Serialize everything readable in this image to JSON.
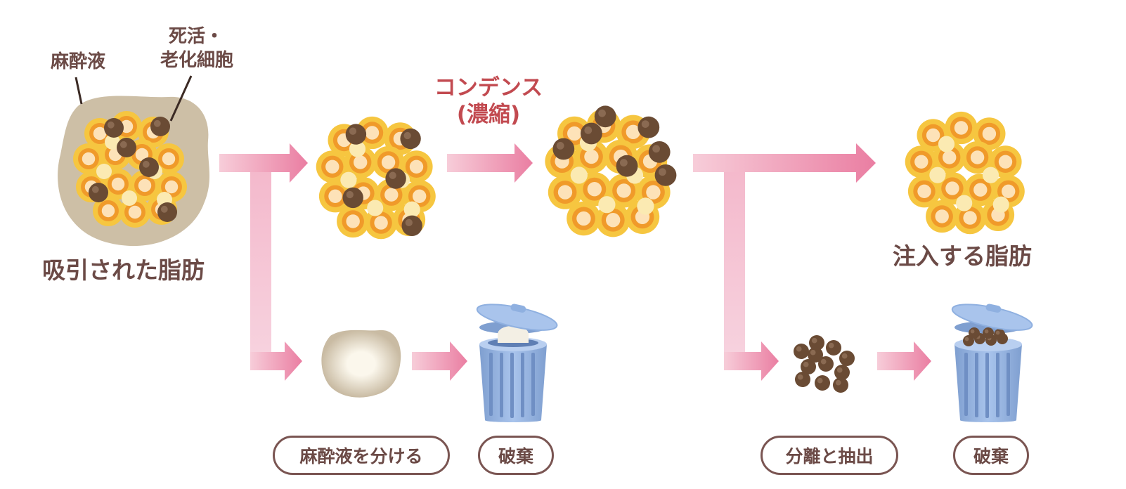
{
  "labels": {
    "anesthetic": "麻酔液",
    "dead_cells_line1": "死活・",
    "dead_cells_line2": "老化細胞",
    "aspirated_fat": "吸引された脂肪",
    "condense_line1": "コンデンス",
    "condense_line2": "(濃縮)",
    "injected_fat": "注入する脂肪"
  },
  "steps": [
    {
      "label": "麻酔液を分ける"
    },
    {
      "label": "破棄"
    },
    {
      "label": "分離と抽出"
    },
    {
      "label": "破棄"
    }
  ],
  "colors": {
    "arrow": "#ea7ea2",
    "arrow_light": "#f6c6d6",
    "fat_outer": "#f6c640",
    "fat_ring": "#f09a2a",
    "fat_core": "#fde2b8",
    "dead_cell": "#6a4b34",
    "light_cell": "#fbeab2",
    "anesthetic_blob": "#c9bba3",
    "bin_body": "#93b3e0",
    "bin_lid": "#a9c4ec",
    "label_text": "#6b4a46",
    "accent_text": "#c24a50"
  },
  "icons": [
    "right-arrow-icon",
    "trash-bin-icon"
  ]
}
